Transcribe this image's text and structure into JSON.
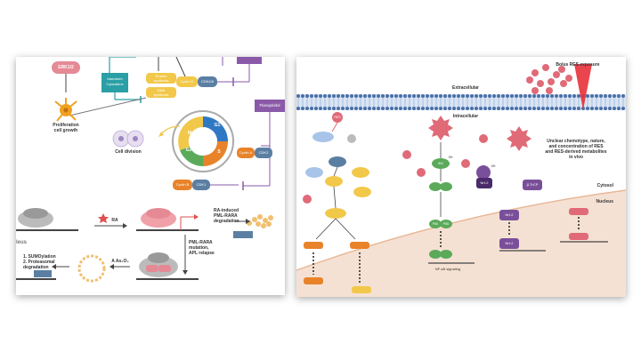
{
  "left": {
    "erk": "ERK1/2",
    "idarubicin": "Idarubicin\nCytarabine",
    "protein_synthesis": "Protein\nsynthesis",
    "dna_synthesis": "DNA\nsynthesis",
    "proliferation": "Proliferation\ncell growth",
    "cyclin_d": "Cyclin D",
    "cdk46": "CDK4/6",
    "flavopiridol": "Flavopiridol",
    "phase_g1": "G1",
    "phase_s": "S",
    "phase_g2": "G2",
    "phase_m": "M",
    "cell_division": "Cell division",
    "cyclin_a": "Cyclin A",
    "cdk2": "CDK2",
    "cyclin_b": "Cyclin B",
    "cdk1": "CDK1",
    "ra": "RA",
    "ra_induced": "RA-induced\nPML-RARA\ndegradation",
    "nucleus": "leus",
    "pml_rara_mutation": "PML-RARA\nmutation,\nAPL relapse",
    "sumo": "1. SUMOylation\n2. Proteasomal\ndegradation",
    "as2o3": "A As₂O₃"
  },
  "right": {
    "bolus": "Bolus RES exposure",
    "extracellular": "Extracellular",
    "intracellular": "Intracellular",
    "unclear": "Unclear chemotype, nature,\nand concentration of RES\nand RES-derived metabolites\nin vivo",
    "cytosol": "Cytosol",
    "nucleus": "Nucleus",
    "nfkb_signaling": "NF-κB signaling",
    "nrf2": "Nrf-2",
    "beta_trcp": "β-TrCP",
    "res": "RES",
    "sh": "SH",
    "ikk": "IKK",
    "p50": "P50",
    "p65": "P65"
  },
  "colors": {
    "membrane_blue": "#7fa3d6",
    "membrane_dark": "#4a6fa8",
    "nucleus_fill": "#f5e1d3",
    "res_pink": "#e06a78",
    "green": "#5aaa5a",
    "purple": "#7a4f9a",
    "yellow": "#f2c84a",
    "orange": "#e8832a",
    "gray_blue": "#5b7fa3"
  }
}
